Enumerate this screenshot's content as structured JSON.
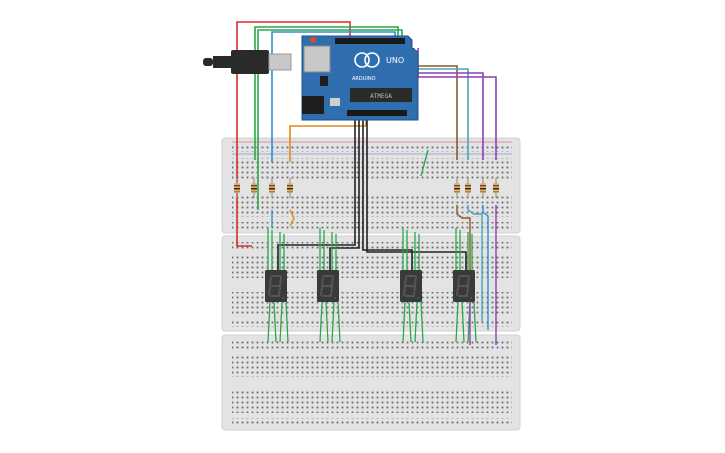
{
  "scene": {
    "background": "#ffffff",
    "colors": {
      "breadboard": "#e3e3e3",
      "breadboard_edge": "#d2d2d2",
      "hole": "#5a5a5a",
      "rail_red": "#e04a4a",
      "rail_blue": "#4a6fd4",
      "arduino_board": "#2f6fb0",
      "arduino_dark": "#1f5286",
      "chip": "#2b2b2b",
      "display_body": "#3a3a3a",
      "segment_off": "#555555",
      "resistor_body": "#d9b27a",
      "wire_red": "#d62d2d",
      "wire_green": "#2aa84a",
      "wire_blue": "#2f8fd6",
      "wire_orange": "#e08a1e",
      "wire_black": "#222222",
      "wire_brown": "#8a5a2b",
      "wire_purple": "#8e3fb8",
      "wire_teal": "#4aa5b5",
      "usb_plug": "#2a2a2a",
      "usb_metal": "#c8c8c8"
    }
  },
  "arduino": {
    "logo_text": "UNO",
    "brand_text": "ARDUINO",
    "chip_label": "ATMEGA"
  },
  "displays": {
    "count": 4,
    "digit_glyph": "8"
  },
  "icons": {
    "usb": "usb-plug-icon",
    "power": "power-jack-icon",
    "reset": "reset-button-icon"
  }
}
